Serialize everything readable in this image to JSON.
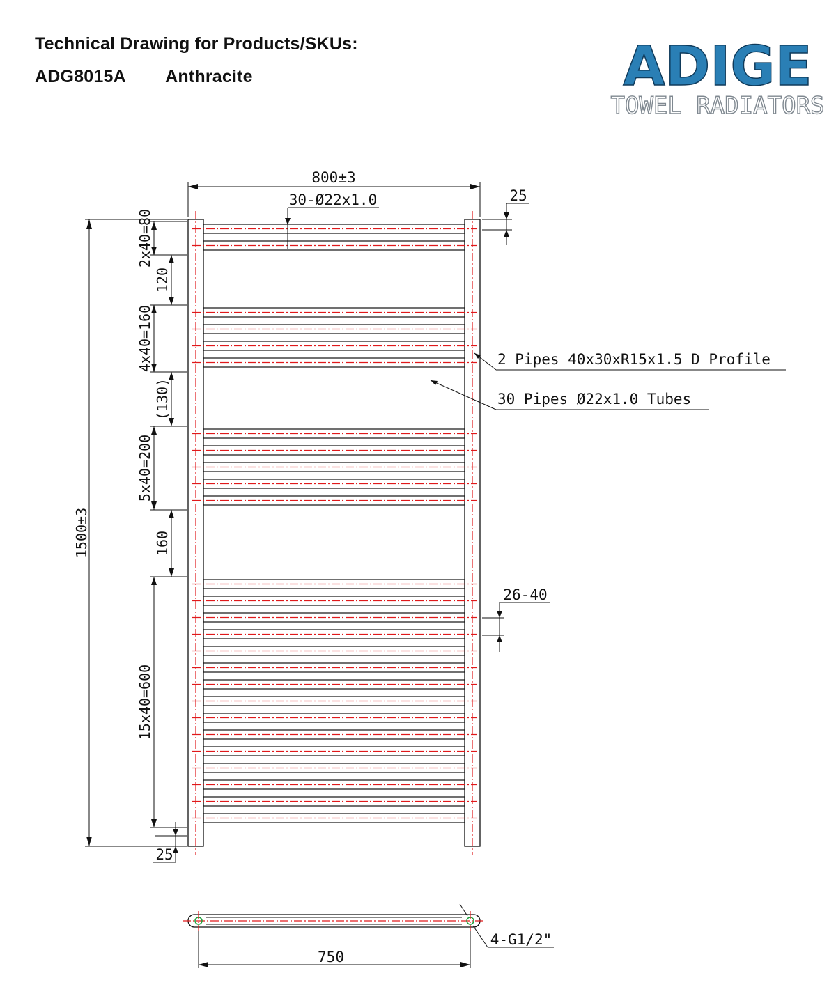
{
  "header": {
    "title": "Technical Drawing for Products/SKUs:",
    "sku_code": "ADG8015A",
    "sku_color": "Anthracite"
  },
  "logo": {
    "brand": "ADIGE",
    "tagline": "TOWEL RADIATORS",
    "brand_color": "#2a7fb5",
    "tagline_color": "#9aa3ab"
  },
  "dimensions": {
    "overall_width": "800±3",
    "overall_height": "1500±3",
    "top_tube_spec": "30-Ø22x1.0",
    "top_offset": "25",
    "bottom_offset": "25",
    "side_offset": "26-40",
    "centres": "750",
    "connections": "4-G1/2\"",
    "groups": [
      {
        "label": "2x40=80",
        "tubes": 2
      },
      {
        "label": "120",
        "gap": true
      },
      {
        "label": "4x40=160",
        "tubes": 4
      },
      {
        "label": "(130)",
        "gap": true
      },
      {
        "label": "5x40=200",
        "tubes": 5
      },
      {
        "label": "160",
        "gap": true
      },
      {
        "label": "15x40=600",
        "tubes": 15
      }
    ]
  },
  "callouts": {
    "profile_pipes": "2 Pipes 40x30xR15x1.5 D Profile",
    "tube_pipes": "30 Pipes Ø22x1.0 Tubes"
  },
  "colors": {
    "line": "#111111",
    "centerline": "#e0191b"
  }
}
